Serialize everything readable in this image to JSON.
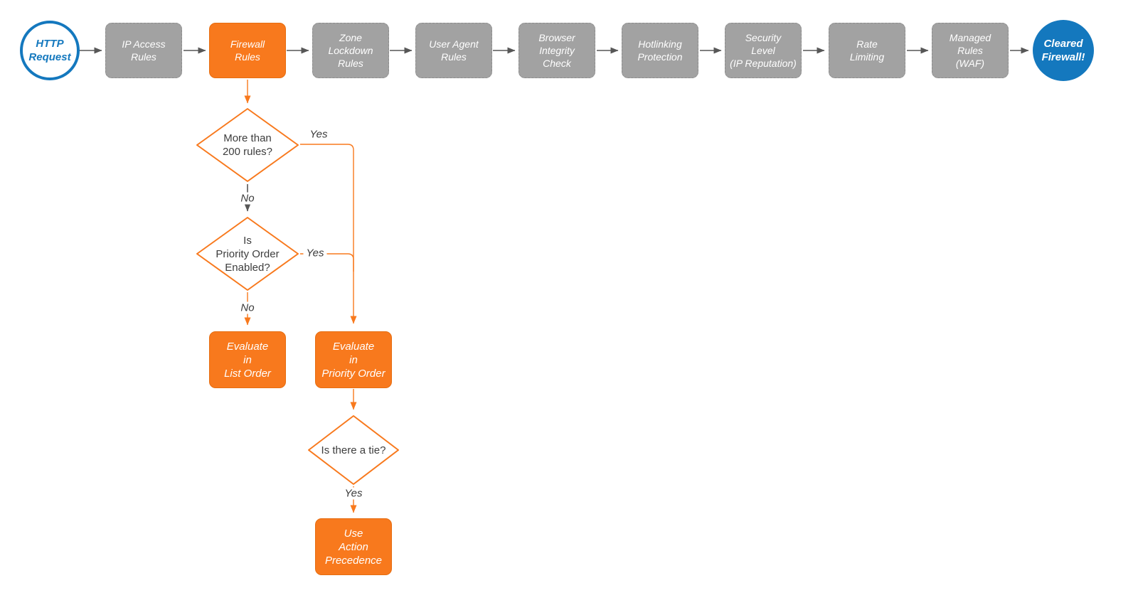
{
  "diagram": {
    "title_hint": "HTTP request firewall evaluation flowchart",
    "colors": {
      "orange": "#F8791D",
      "gray": "#A2A2A2",
      "blue": "#1478BE",
      "arrow": "#575757"
    },
    "start": {
      "label": "HTTP\nRequest"
    },
    "end": {
      "label": "Cleared\nFirewall!"
    },
    "stages": [
      {
        "label": "IP Access\nRules",
        "style": "gray"
      },
      {
        "label": "Firewall\nRules",
        "style": "orange"
      },
      {
        "label": "Zone\nLockdown\nRules",
        "style": "gray"
      },
      {
        "label": "User Agent\nRules",
        "style": "gray"
      },
      {
        "label": "Browser\nIntegrity\nCheck",
        "style": "gray"
      },
      {
        "label": "Hotlinking\nProtection",
        "style": "gray"
      },
      {
        "label": "Security\nLevel\n(IP Reputation)",
        "style": "gray"
      },
      {
        "label": "Rate\nLimiting",
        "style": "gray"
      },
      {
        "label": "Managed\nRules\n(WAF)",
        "style": "gray"
      }
    ],
    "decisions": [
      {
        "label": "More than\n200 rules?"
      },
      {
        "label": "Is\nPriority Order\nEnabled?"
      },
      {
        "label": "Is there a tie?"
      }
    ],
    "actions": [
      {
        "label": "Evaluate\nin\nList Order"
      },
      {
        "label": "Evaluate\nin\nPriority Order"
      },
      {
        "label": "Use\nAction\nPrecedence"
      }
    ],
    "edge_labels": {
      "d1_yes": "Yes",
      "d1_no": "No",
      "d2_yes": "Yes",
      "d2_no": "No",
      "d3_yes": "Yes"
    }
  }
}
